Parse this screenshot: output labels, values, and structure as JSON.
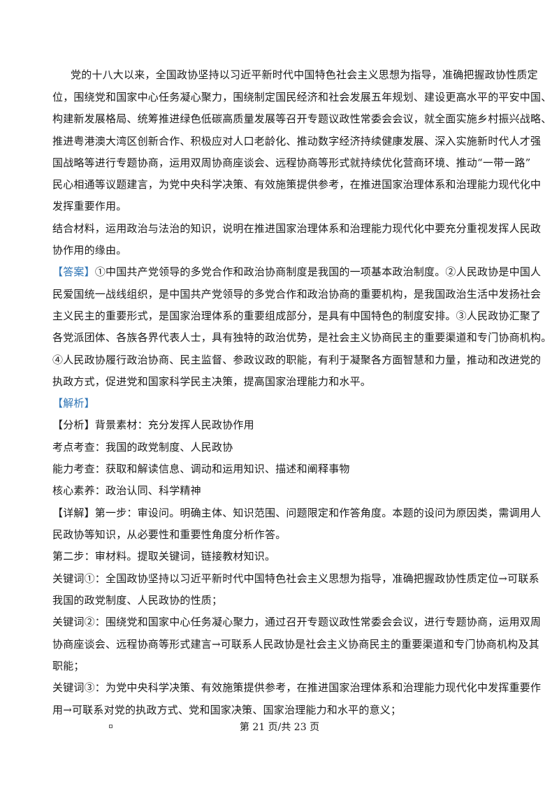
{
  "material": [
    "党的十八大以来，全国政协坚持以习近平新时代中国特色社会主义思想为指导，准确把握政协性质定",
    "位，围绕党和国家中心任务凝心聚力，围绕制定国民经济和社会发展五年规划、建设更高水平的平安中国、",
    "构建新发展格局、统筹推进绿色低碳高质量发展等召开专题议政性常委会会议，就全面实施乡村振兴战略、",
    "推进粤港澳大湾区创新合作、积极应对人口老龄化、推动数字经济持续健康发展、深入实施新时代人才强",
    "国战略等进行专题协商，运用双周协商座谈会、远程协商等形式就持续优化营商环境、推动“一带一路”",
    "民心相通等议题建言，为党中央科学决策、有效施策提供参考，在推进国家治理体系和治理能力现代化中",
    "发挥重要作用。"
  ],
  "question": [
    "结合材料，运用政治与法治的知识，说明在推进国家治理体系和治理能力现代化中要充分重视发挥人民政",
    "协作用的缘由。"
  ],
  "answer": {
    "tag": "【答案】",
    "first": "①中国共产党领导的多党合作和政治协商制度是我国的一项基本政治制度。②人民政协是中国人",
    "lines": [
      "民爱国统一战线组织，是中国共产党领导的多党合作和政治协商的重要机构，是我国政治生活中发扬社会",
      "主义民主的重要形式，是国家治理体系的重要组成部分，是具有中国特色的制度安排。③人民政协汇聚了",
      "各党派团体、各族各界代表人士，具有独特的政治优势，是社会主义协商民主的重要渠道和专门协商机构。",
      "④人民政协履行政治协商、民主监督、参政议政的职能，有利于凝聚各方面智慧和力量，推动和改进党的",
      "执政方式，促进党和国家科学民主决策，提高国家治理能力和水平。"
    ]
  },
  "analysis": {
    "tag": "【解析】",
    "lines": [
      "【分析】背景素材：充分发挥人民政协作用",
      "考点考查：我国的政党制度、人民政协",
      "能力考查：获取和解读信息、调动和运用知识、描述和阐释事物",
      "核心素养：政治认同、科学精神",
      "【详解】第一步：审设问。明确主体、知识范围、问题限定和作答角度。本题的设问为原因类，需调用人",
      "民政协等知识，从必要性和重要性角度分析作答。",
      "第二步：审材料。提取关键词，链接教材知识。",
      "关键词①：全国政协坚持以习近平新时代中国特色社会主义思想为指导，准确把握政协性质定位→可联系",
      "我国的政党制度、人民政协的性质；",
      "关键词②：围绕党和国家中心任务凝心聚力，通过召开专题议政性常委会会议，进行专题协商，运用双周",
      "协商座谈会、远程协商等形式建言→可联系人民政协是社会主义协商民主的重要渠道和专门协商机构及其",
      "职能；",
      "关键词③：为党中央科学决策、有效施策提供参考，在推进国家治理体系和治理能力现代化中发挥重要作",
      "用→可联系对党的执政方式、党和国家决策、国家治理能力和水平的意义；"
    ]
  },
  "footer": {
    "page_label": "第 21 页/共 23 页"
  }
}
